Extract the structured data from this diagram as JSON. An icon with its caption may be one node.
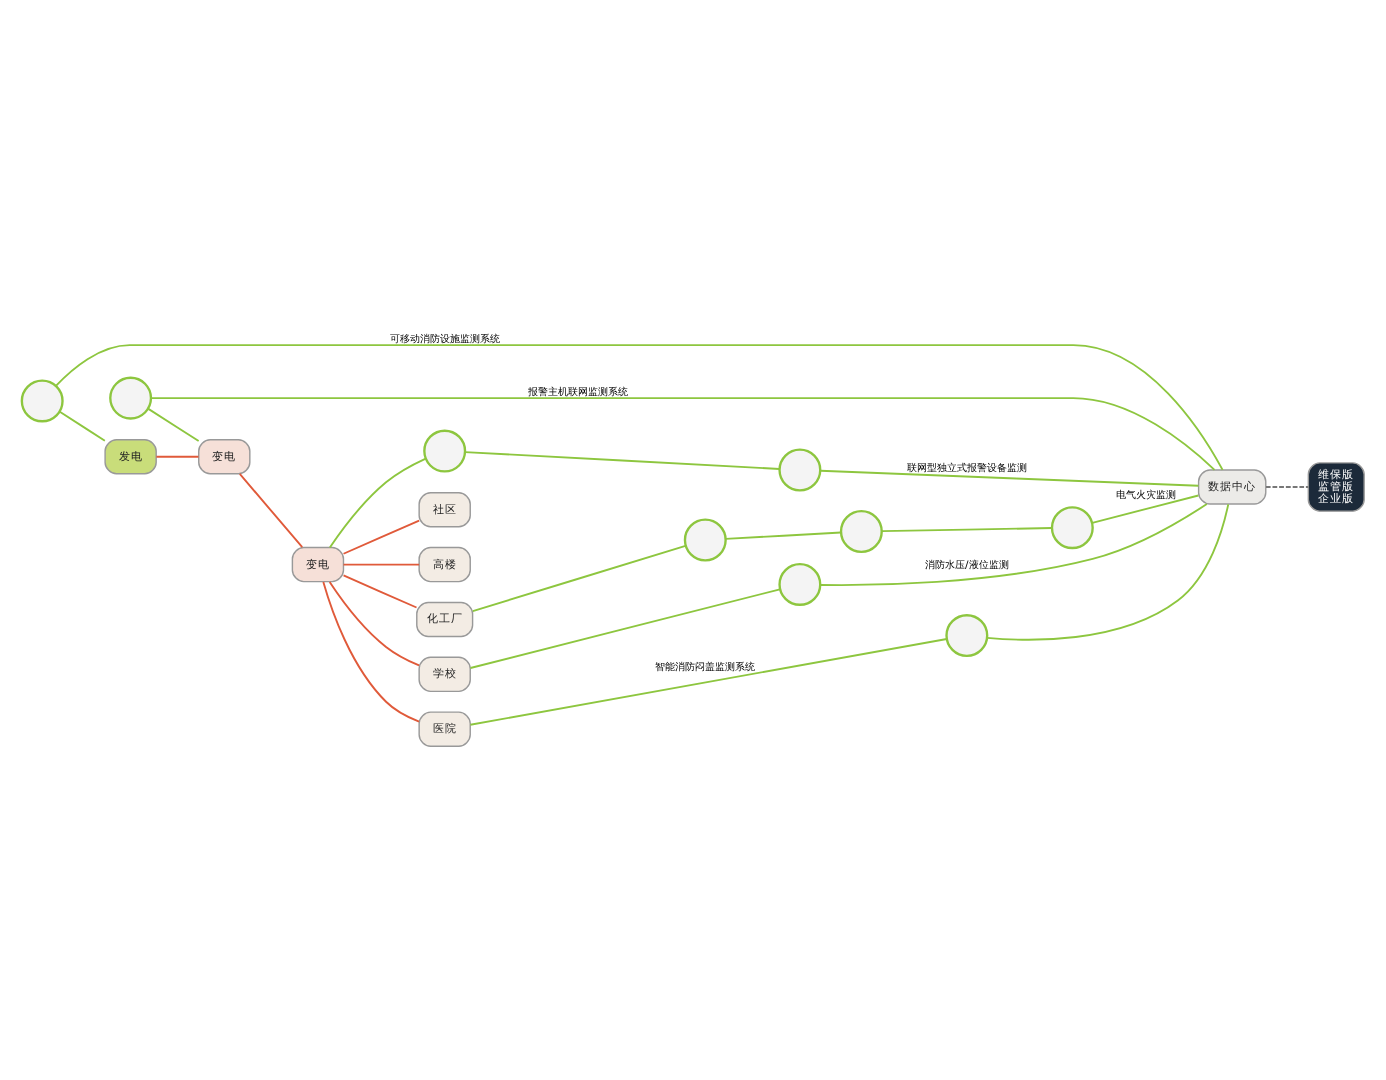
{
  "diagram": {
    "nodes": [
      {
        "text": [
          "数据中心"
        ]
      },
      {
        "text": [
          "维保版",
          "监管版",
          "企业版"
        ]
      },
      {
        "text": [
          "发电"
        ]
      },
      {
        "text": [
          "变电"
        ]
      },
      {
        "text": [
          "变电"
        ]
      },
      {
        "text": [
          "社区"
        ]
      },
      {
        "text": [
          "高楼"
        ]
      },
      {
        "text": [
          "化工厂"
        ]
      },
      {
        "text": [
          "学校"
        ]
      },
      {
        "text": [
          "医院"
        ]
      },
      {
        "text": [],
        "shape": "circle"
      },
      {
        "text": [],
        "shape": "circle"
      },
      {
        "text": [],
        "shape": "circle"
      },
      {
        "text": [],
        "shape": "circle"
      },
      {
        "text": [],
        "shape": "circle"
      },
      {
        "text": [],
        "shape": "circle"
      },
      {
        "text": [],
        "shape": "circle"
      },
      {
        "text": [],
        "shape": "circle"
      },
      {
        "text": [],
        "shape": "circle"
      }
    ],
    "edges": [
      {
        "from": 0,
        "to": 1,
        "arrow": "none",
        "style": "dashed",
        "color": "#777777"
      },
      {
        "from": 10,
        "to": 0,
        "arrow": "none",
        "label": "报警主机联网监测系统"
      },
      {
        "from": 10,
        "to": 3,
        "arrow": "none"
      },
      {
        "from": 11,
        "to": 0,
        "arrow": "none",
        "label": "可移动消防设施监测系统"
      },
      {
        "from": 11,
        "to": 2,
        "arrow": "none"
      },
      {
        "from": 2,
        "to": 3,
        "arrow": "none",
        "color": "#e05a3a"
      },
      {
        "from": 3,
        "to": 4,
        "arrow": "none",
        "color": "#e05a3a"
      },
      {
        "from": 4,
        "to": 5,
        "arrow": "none",
        "color": "#e05a3a"
      },
      {
        "from": 4,
        "to": 6,
        "arrow": "none",
        "color": "#e05a3a"
      },
      {
        "from": 4,
        "to": 7,
        "arrow": "none",
        "color": "#e05a3a"
      },
      {
        "from": 4,
        "to": 8,
        "arrow": "none",
        "color": "#e05a3a"
      },
      {
        "from": 4,
        "to": 9,
        "arrow": "none",
        "color": "#e05a3a"
      },
      {
        "from": 7,
        "to": 12,
        "arrow": "none"
      },
      {
        "from": 12,
        "to": 13,
        "arrow": "none"
      },
      {
        "from": 13,
        "to": 14,
        "arrow": "none"
      },
      {
        "from": 14,
        "to": 0,
        "arrow": "none",
        "label": "电气火灾监测"
      },
      {
        "from": 8,
        "to": 15,
        "arrow": "none"
      },
      {
        "from": 15,
        "to": 0,
        "arrow": "none",
        "label": "消防水压/液位监测"
      },
      {
        "from": 9,
        "to": 16,
        "arrow": "none",
        "label": "智能消防闷盖监测系统"
      },
      {
        "from": 16,
        "to": 0,
        "arrow": "none"
      },
      {
        "from": 4,
        "to": 17,
        "arrow": "none"
      },
      {
        "from": 17,
        "to": 18,
        "arrow": "none"
      },
      {
        "from": 18,
        "to": 0,
        "arrow": "none",
        "label": "联网型独立式报警设备监测"
      }
    ]
  }
}
